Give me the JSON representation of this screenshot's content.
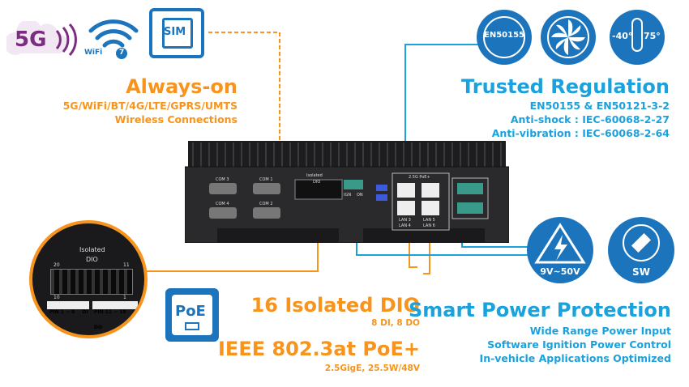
{
  "left_top": {
    "badge_5g": "5G",
    "wifi_label": "WiFi",
    "wifi_version": "7",
    "sim_label": "SIM",
    "title": "Always-on",
    "line1": "5G/WiFi/BT/4G/LTE/GPRS/UMTS",
    "line2": "Wireless Connections"
  },
  "right_top": {
    "badge_en": "EN50155",
    "temp_low": "-40°",
    "temp_high": "75°",
    "title": "Trusted Regulation",
    "line1": "EN50155 & EN50121-3-2",
    "line2": "Anti-shock : IEC-60068-2-27",
    "line3": "Anti-vibration : IEC-60068-2-64"
  },
  "device": {
    "com3": "COM 3",
    "com1": "COM 1",
    "com4": "COM 4",
    "com2": "COM 2",
    "isolated_tag": "Isolated",
    "dio_tag": "DIO",
    "ign": "IGN",
    "ign_on": "ON",
    "poe_tag": "2.5G PoE+",
    "lan3": "LAN 3",
    "lan4": "LAN 4",
    "lan5": "LAN 5",
    "lan6": "LAN 6"
  },
  "dio_zoom": {
    "isolated": "Isolated",
    "dio": "DIO",
    "num_20": "20",
    "num_11": "11",
    "num_10": "10",
    "num_1": "1",
    "pin_a": "PIN 1 ~ 8",
    "pin_a_tag": "DI",
    "pin_b": "PIN 11 ~ 18",
    "pin_b_tag": "DO"
  },
  "poe_badge": "PoE",
  "dio_section": {
    "title": "16 Isolated DIO",
    "sub": "8 DI, 8 DO"
  },
  "poe_section": {
    "title": "IEEE 802.3at PoE+",
    "sub": "2.5GigE, 25.5W/48V"
  },
  "power_badges": {
    "voltage": "9V~50V",
    "sw": "SW"
  },
  "power_section": {
    "title": "Smart Power Protection",
    "line1": "Wide Range Power Input",
    "line2": "Software Ignition Power Control",
    "line3": "In-vehicle Applications Optimized"
  },
  "colors": {
    "orange": "#f7941d",
    "blue": "#1ba1dc",
    "navy": "#1c75bc",
    "purple": "#7b2d7f"
  }
}
